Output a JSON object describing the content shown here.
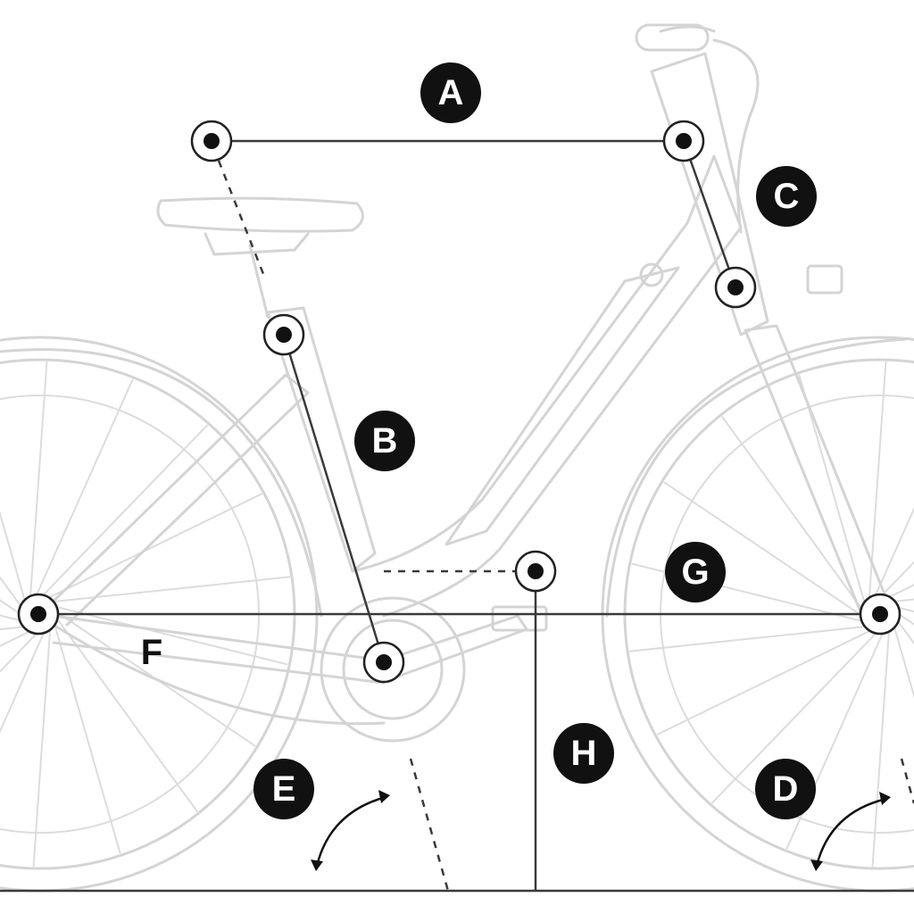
{
  "labels": {
    "A": "A",
    "B": "B",
    "C": "C",
    "D": "D",
    "E": "E",
    "F": "F",
    "G": "G",
    "H": "H"
  },
  "colors": {
    "bike_outline": "#d4d4d4",
    "measure_line": "#3a3a3a",
    "badge": "#111111"
  }
}
